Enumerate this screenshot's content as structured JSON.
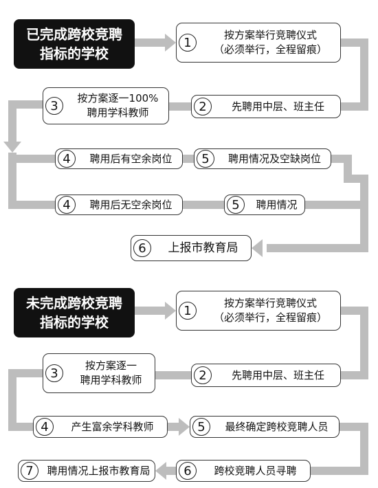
{
  "sections": [
    {
      "title": [
        "已完成跨校竞聘",
        "指标的学校"
      ],
      "steps": [
        {
          "num": "1",
          "lines": [
            "按方案举行竞聘仪式",
            "（必须举行，全程留痕）"
          ]
        },
        {
          "num": "2",
          "lines": [
            "先聘用中层、班主任"
          ]
        },
        {
          "num": "3",
          "lines": [
            "按方案逐一100%",
            "聘用学科教师"
          ]
        },
        {
          "num": "4",
          "lines": [
            "聘用后有空余岗位"
          ]
        },
        {
          "num": "5",
          "lines": [
            "聘用情况及空缺岗位"
          ]
        },
        {
          "num": "4",
          "lines": [
            "聘用后无空余岗位"
          ]
        },
        {
          "num": "5",
          "lines": [
            "聘用情况"
          ]
        },
        {
          "num": "6",
          "lines": [
            "上报市教育局"
          ]
        }
      ]
    },
    {
      "title": [
        "未完成跨校竞聘",
        "指标的学校"
      ],
      "steps": [
        {
          "num": "1",
          "lines": [
            "按方案举行竞聘仪式",
            "（必须举行，全程留痕）"
          ]
        },
        {
          "num": "2",
          "lines": [
            "先聘用中层、班主任"
          ]
        },
        {
          "num": "3",
          "lines": [
            "按方案逐一",
            "聘用学科教师"
          ]
        },
        {
          "num": "4",
          "lines": [
            "产生富余学科教师"
          ]
        },
        {
          "num": "5",
          "lines": [
            "最终确定跨校竞聘人员"
          ]
        },
        {
          "num": "6",
          "lines": [
            "跨校竞聘人员寻聘"
          ]
        },
        {
          "num": "7",
          "lines": [
            "聘用情况上报市教育局"
          ]
        }
      ]
    }
  ],
  "colors": {
    "arrow": "#bdbdbd",
    "title_bg": "#111111",
    "border": "#333333"
  }
}
